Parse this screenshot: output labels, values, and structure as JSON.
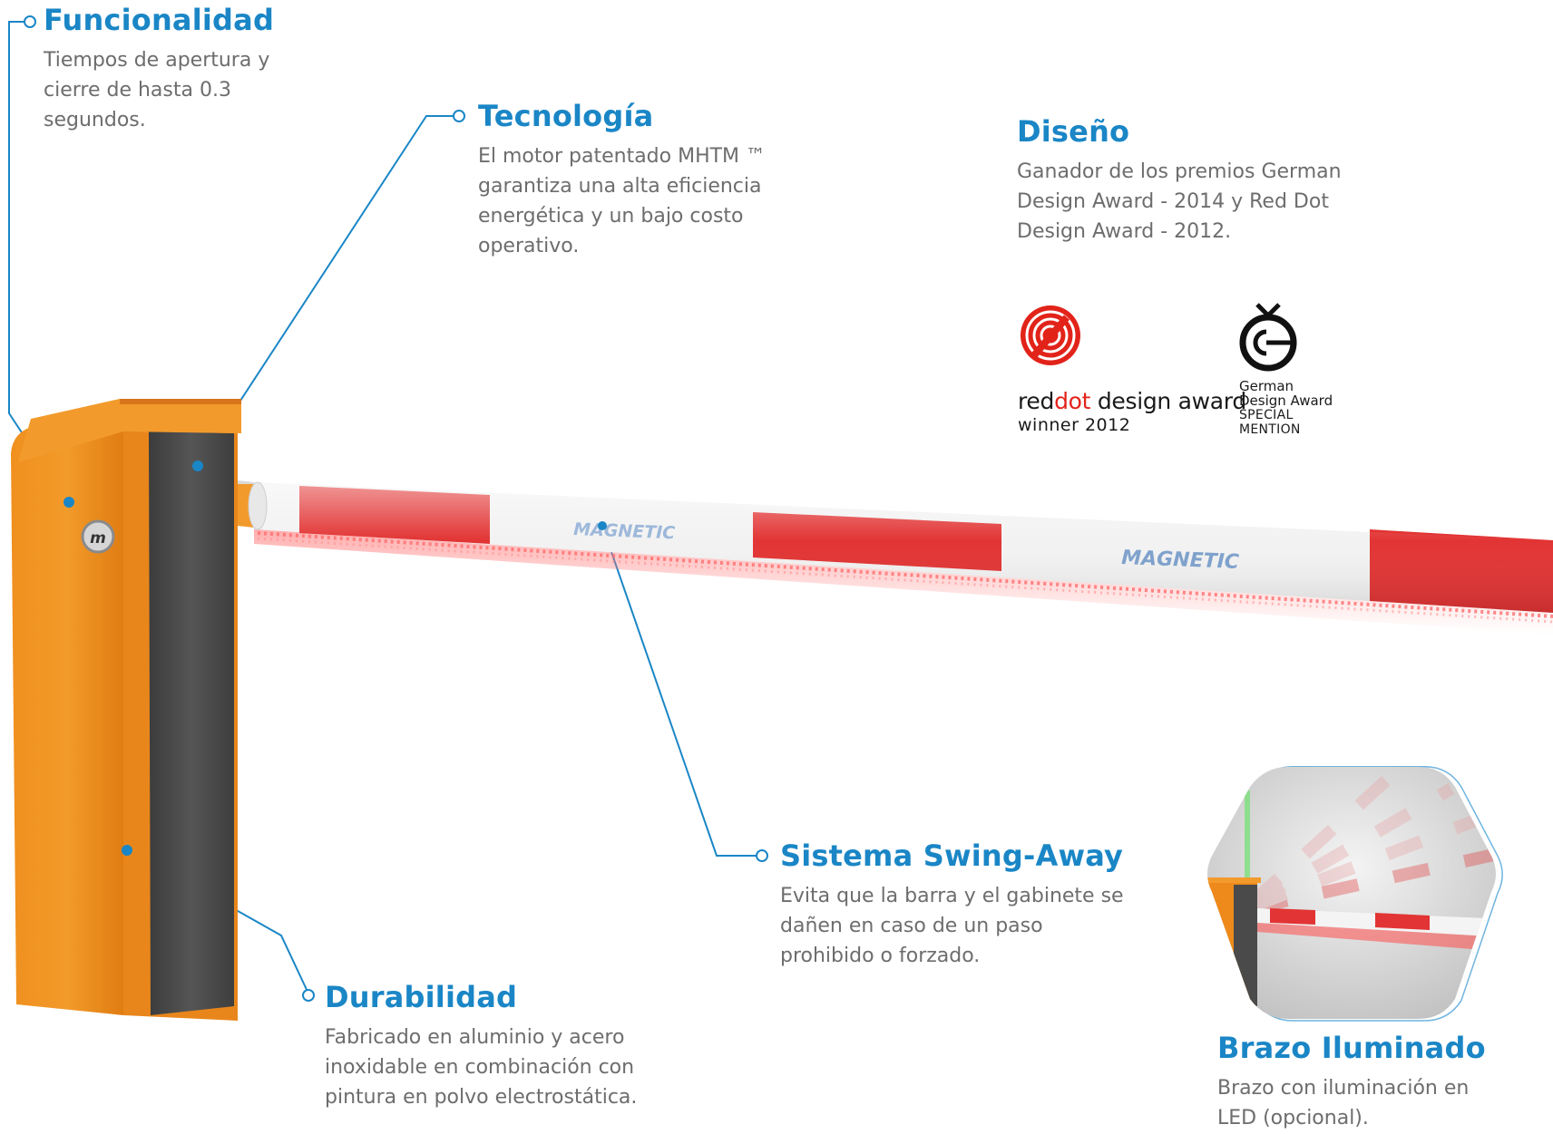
{
  "features": {
    "funcionalidad": {
      "title": "Funcionalidad",
      "text": "Tiempos de apertura y cierre de hasta 0.3 segundos."
    },
    "tecnologia": {
      "title": "Tecnología",
      "text": "El motor patentado MHTM ™ garantiza una alta eficiencia energética y un bajo costo operativo."
    },
    "diseno": {
      "title": "Diseño",
      "text": "Ganador de los premios German Design Award - 2014 y Red Dot Design Award - 2012."
    },
    "swing_away": {
      "title": "Sistema Swing-Away",
      "text": "Evita que la barra y el gabinete se dañen en caso de un paso prohibido o forzado."
    },
    "durabilidad": {
      "title": "Durabilidad",
      "text": "Fabricado en aluminio y acero inoxidable en combinación con pintura en polvo electrostática."
    },
    "brazo": {
      "title": "Brazo Iluminado",
      "text": "Brazo con iluminación en LED (opcional)."
    }
  },
  "awards": {
    "reddot": {
      "name_pre": "red",
      "name_red": "dot",
      "name_post": " design award",
      "year": "winner 2012"
    },
    "german": {
      "line1": "German",
      "line2": "Design Award",
      "line3": "SPECIAL",
      "line4": "MENTION"
    }
  },
  "product": {
    "brand": "MAGNETIC",
    "badge": "m"
  },
  "colors": {
    "accent": "#1a86c6",
    "body_text": "#6d6d6d",
    "cabinet_orange": "#ee8a1c",
    "cabinet_grey": "#4a4a4a",
    "boom_red": "#e23434",
    "boom_white": "#f2f2f2",
    "reddot_red": "#e2231a"
  }
}
